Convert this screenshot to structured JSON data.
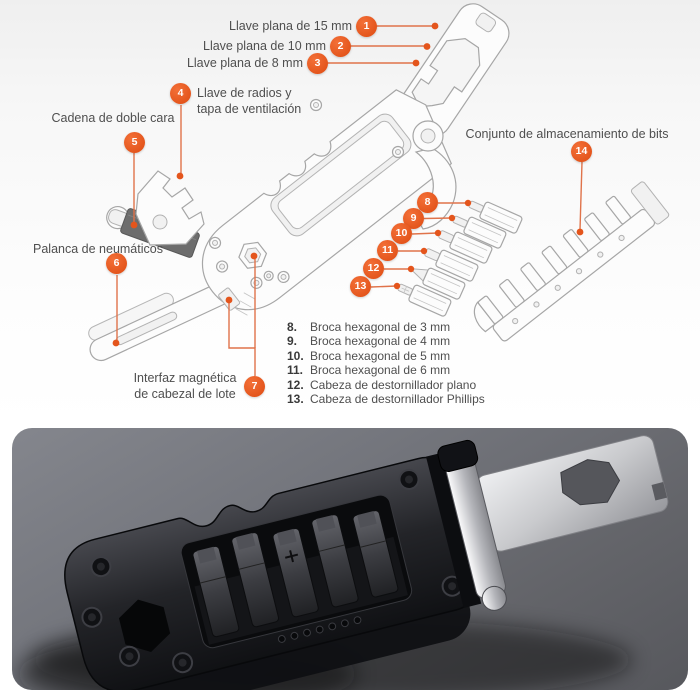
{
  "accent_color": "#e4551c",
  "diagram": {
    "line_art_color": "#a6a6a6",
    "text_color": "#4f4f4f",
    "callouts": [
      {
        "num": "1",
        "label": "Llave plana de 15 mm"
      },
      {
        "num": "2",
        "label": "Llave plana de 10 mm"
      },
      {
        "num": "3",
        "label": "Llave plana de 8 mm"
      },
      {
        "num": "4",
        "label": "Llave de radios y tapa de ventilación"
      },
      {
        "num": "5",
        "label": "Cadena de doble cara"
      },
      {
        "num": "6",
        "label": "Palanca de neumáticos"
      },
      {
        "num": "7",
        "label": "Interfaz magnética de cabezal de lote"
      },
      {
        "num": "14",
        "label": "Conjunto de almacenamiento de bits"
      }
    ],
    "bit_markers": [
      "8",
      "9",
      "10",
      "11",
      "12",
      "13"
    ],
    "bit_list": [
      {
        "num": "8.",
        "text": "Broca hexagonal de 3 mm"
      },
      {
        "num": "9.",
        "text": "Broca hexagonal de 4 mm"
      },
      {
        "num": "10.",
        "text": "Broca hexagonal de 5 mm"
      },
      {
        "num": "11.",
        "text": "Broca hexagonal de 6 mm"
      },
      {
        "num": "12.",
        "text": "Cabeza de destornillador plano"
      },
      {
        "num": "13.",
        "text": "Cabeza de destornillador Phillips"
      }
    ]
  },
  "photo": {
    "background_top": "#84868d",
    "background_bottom": "#57585d",
    "tool_body_color": "#1b1c1f",
    "steel_color": "#c9cacd"
  }
}
